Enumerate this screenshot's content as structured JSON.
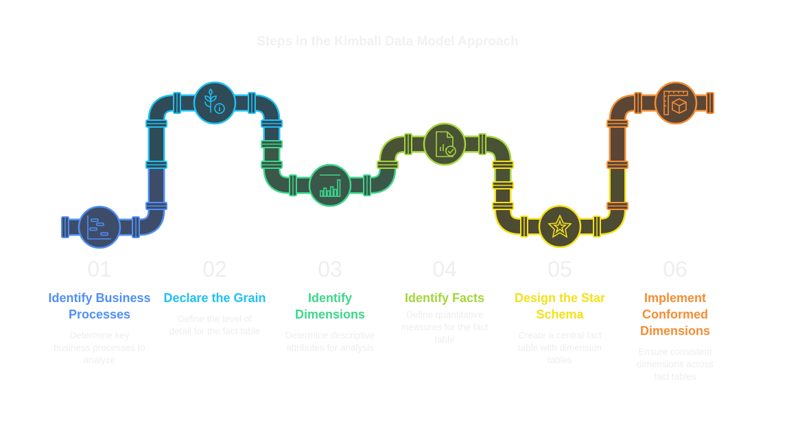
{
  "title": "Steps in the Kimball Data Model Approach",
  "steps": [
    {
      "number": "01",
      "heading": "Identify Business Processes",
      "description": "Determine key business processes to analyze",
      "color": "#4f8ff7",
      "icon": "gantt-chart-icon"
    },
    {
      "number": "02",
      "heading": "Declare the Grain",
      "description": "Define the level of detail for the fact table",
      "color": "#1ec0f5",
      "icon": "wheat-info-icon"
    },
    {
      "number": "03",
      "heading": "Identify Dimensions",
      "description": "Determine descriptive attributes for analysis",
      "color": "#3dd68c",
      "icon": "bar-chart-icon"
    },
    {
      "number": "04",
      "heading": "Identify Facts",
      "description": "Define quantitative measures for the fact table",
      "color": "#a3d63a",
      "icon": "document-check-icon"
    },
    {
      "number": "05",
      "heading": "Design the Star Schema",
      "description": "Create a central fact table with dimension tables",
      "color": "#f5e11a",
      "icon": "star-icon"
    },
    {
      "number": "06",
      "heading": "Implement Conformed Dimensions",
      "description": "Ensure consistent dimensions across fact tables",
      "color": "#f58d33",
      "icon": "cube-ruler-icon"
    }
  ]
}
